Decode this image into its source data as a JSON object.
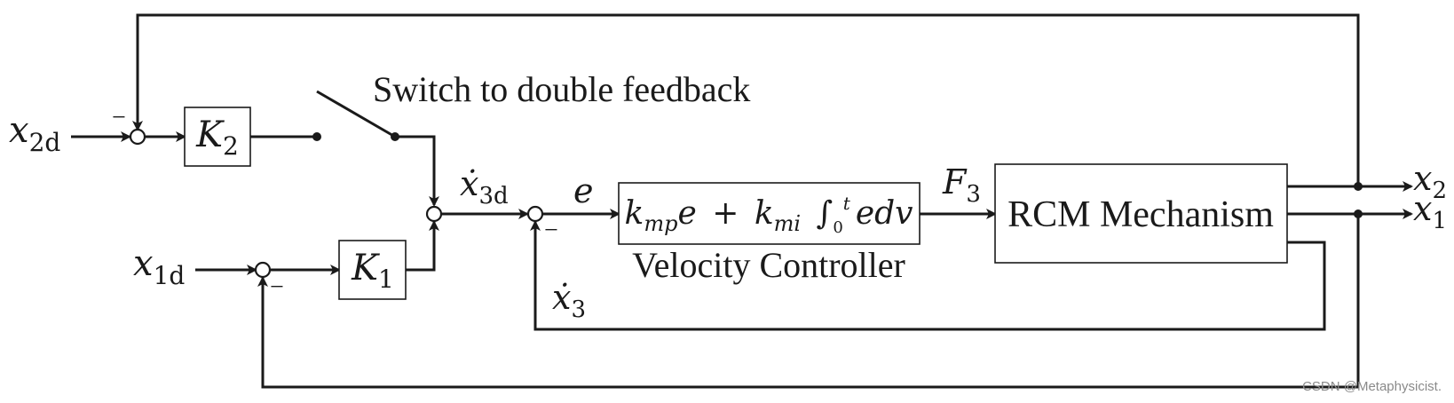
{
  "signals": {
    "x2d": {
      "base": "x",
      "sub": "2d"
    },
    "x1d": {
      "base": "x",
      "sub": "1d"
    },
    "x3d_dot": {
      "base": "ẋ",
      "sub": "3d"
    },
    "e": "e",
    "F3": {
      "base": "F",
      "sub": "3"
    },
    "x3_dot": {
      "base": "ẋ",
      "sub": "3"
    },
    "x2": {
      "base": "x",
      "sub": "2"
    },
    "x1": {
      "base": "x",
      "sub": "1"
    }
  },
  "blocks": {
    "K2": {
      "base": "K",
      "sub": "2"
    },
    "K1": {
      "base": "K",
      "sub": "1"
    },
    "controller": {
      "k1": "k",
      "k1_sub": "mp",
      "e": "e",
      "plus": "+",
      "k2": "k",
      "k2_sub": "mi",
      "integral": "∫",
      "lower": "0",
      "upper": "t",
      "tail": "edv"
    },
    "controller_label": "Velocity Controller",
    "plant": "RCM Mechanism"
  },
  "switch_label": "Switch to double feedback",
  "minus_sign": "−",
  "watermark": "CSDN @Metaphysicist."
}
